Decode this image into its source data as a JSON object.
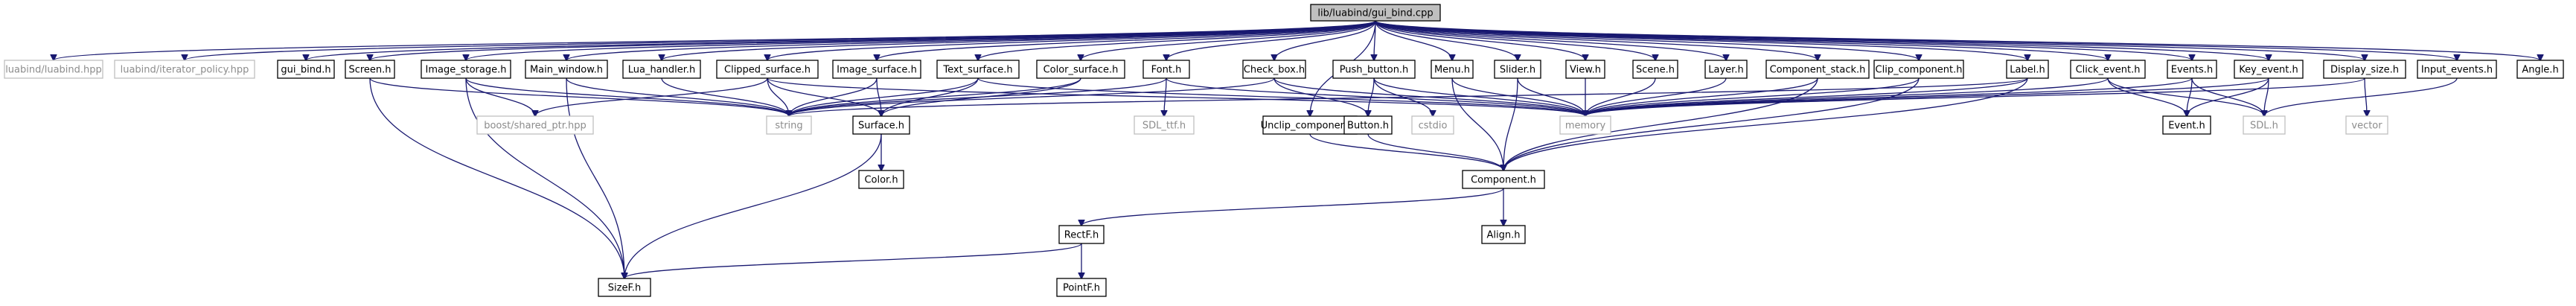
{
  "diagram": {
    "nodes": [
      {
        "id": "root",
        "label": "lib/luabind/gui_bind.cpp",
        "kind": "root"
      },
      {
        "id": "luabind",
        "label": "luabind/luabind.hpp",
        "kind": "system"
      },
      {
        "id": "iterpol",
        "label": "luabind/iterator_policy.hpp",
        "kind": "system"
      },
      {
        "id": "guibind",
        "label": "gui_bind.h",
        "kind": "local"
      },
      {
        "id": "screen",
        "label": "Screen.h",
        "kind": "local"
      },
      {
        "id": "imgstore",
        "label": "Image_storage.h",
        "kind": "local"
      },
      {
        "id": "mainwin",
        "label": "Main_window.h",
        "kind": "local"
      },
      {
        "id": "luahandler",
        "label": "Lua_handler.h",
        "kind": "local"
      },
      {
        "id": "clipsurf",
        "label": "Clipped_surface.h",
        "kind": "local"
      },
      {
        "id": "imgsurf",
        "label": "Image_surface.h",
        "kind": "local"
      },
      {
        "id": "textsurf",
        "label": "Text_surface.h",
        "kind": "local"
      },
      {
        "id": "colorsurf",
        "label": "Color_surface.h",
        "kind": "local"
      },
      {
        "id": "font",
        "label": "Font.h",
        "kind": "local"
      },
      {
        "id": "unclip",
        "label": "Unclip_component.h",
        "kind": "local"
      },
      {
        "id": "checkbox",
        "label": "Check_box.h",
        "kind": "local"
      },
      {
        "id": "pushbtn",
        "label": "Push_button.h",
        "kind": "local"
      },
      {
        "id": "menu",
        "label": "Menu.h",
        "kind": "local"
      },
      {
        "id": "slider",
        "label": "Slider.h",
        "kind": "local"
      },
      {
        "id": "view",
        "label": "View.h",
        "kind": "local"
      },
      {
        "id": "scene",
        "label": "Scene.h",
        "kind": "local"
      },
      {
        "id": "layer",
        "label": "Layer.h",
        "kind": "local"
      },
      {
        "id": "compstack",
        "label": "Component_stack.h",
        "kind": "local"
      },
      {
        "id": "clipcomp",
        "label": "Clip_component.h",
        "kind": "local"
      },
      {
        "id": "label",
        "label": "Label.h",
        "kind": "local"
      },
      {
        "id": "clickev",
        "label": "Click_event.h",
        "kind": "local"
      },
      {
        "id": "events",
        "label": "Events.h",
        "kind": "local"
      },
      {
        "id": "keyev",
        "label": "Key_event.h",
        "kind": "local"
      },
      {
        "id": "dispsize",
        "label": "Display_size.h",
        "kind": "local"
      },
      {
        "id": "inputev",
        "label": "Input_events.h",
        "kind": "local"
      },
      {
        "id": "angle",
        "label": "Angle.h",
        "kind": "local"
      },
      {
        "id": "sharedptr",
        "label": "boost/shared_ptr.hpp",
        "kind": "system"
      },
      {
        "id": "string",
        "label": "string",
        "kind": "system"
      },
      {
        "id": "surface",
        "label": "Surface.h",
        "kind": "local"
      },
      {
        "id": "sdlttf",
        "label": "SDL_ttf.h",
        "kind": "system"
      },
      {
        "id": "button",
        "label": "Button.h",
        "kind": "local"
      },
      {
        "id": "cstdio",
        "label": "cstdio",
        "kind": "system"
      },
      {
        "id": "memory",
        "label": "memory",
        "kind": "system"
      },
      {
        "id": "event",
        "label": "Event.h",
        "kind": "local"
      },
      {
        "id": "sdl",
        "label": "SDL.h",
        "kind": "system"
      },
      {
        "id": "vector",
        "label": "vector",
        "kind": "system"
      },
      {
        "id": "color",
        "label": "Color.h",
        "kind": "local"
      },
      {
        "id": "component",
        "label": "Component.h",
        "kind": "local"
      },
      {
        "id": "rectf",
        "label": "RectF.h",
        "kind": "local"
      },
      {
        "id": "align",
        "label": "Align.h",
        "kind": "local"
      },
      {
        "id": "sizef",
        "label": "SizeF.h",
        "kind": "local"
      },
      {
        "id": "pointf",
        "label": "PointF.h",
        "kind": "local"
      }
    ],
    "edges": [
      [
        "root",
        "luabind"
      ],
      [
        "root",
        "iterpol"
      ],
      [
        "root",
        "guibind"
      ],
      [
        "root",
        "screen"
      ],
      [
        "root",
        "imgstore"
      ],
      [
        "root",
        "mainwin"
      ],
      [
        "root",
        "luahandler"
      ],
      [
        "root",
        "clipsurf"
      ],
      [
        "root",
        "imgsurf"
      ],
      [
        "root",
        "textsurf"
      ],
      [
        "root",
        "colorsurf"
      ],
      [
        "root",
        "font"
      ],
      [
        "root",
        "unclip"
      ],
      [
        "root",
        "checkbox"
      ],
      [
        "root",
        "pushbtn"
      ],
      [
        "root",
        "menu"
      ],
      [
        "root",
        "slider"
      ],
      [
        "root",
        "view"
      ],
      [
        "root",
        "scene"
      ],
      [
        "root",
        "layer"
      ],
      [
        "root",
        "compstack"
      ],
      [
        "root",
        "clipcomp"
      ],
      [
        "root",
        "label"
      ],
      [
        "root",
        "clickev"
      ],
      [
        "root",
        "events"
      ],
      [
        "root",
        "keyev"
      ],
      [
        "root",
        "dispsize"
      ],
      [
        "root",
        "inputev"
      ],
      [
        "root",
        "angle"
      ],
      [
        "screen",
        "string"
      ],
      [
        "screen",
        "sizef"
      ],
      [
        "imgstore",
        "sharedptr"
      ],
      [
        "imgstore",
        "string"
      ],
      [
        "imgstore",
        "sizef"
      ],
      [
        "mainwin",
        "string"
      ],
      [
        "mainwin",
        "sizef"
      ],
      [
        "luahandler",
        "string"
      ],
      [
        "clipsurf",
        "sharedptr"
      ],
      [
        "clipsurf",
        "string"
      ],
      [
        "clipsurf",
        "surface"
      ],
      [
        "clipsurf",
        "memory"
      ],
      [
        "imgsurf",
        "string"
      ],
      [
        "imgsurf",
        "surface"
      ],
      [
        "textsurf",
        "string"
      ],
      [
        "textsurf",
        "surface"
      ],
      [
        "textsurf",
        "memory"
      ],
      [
        "colorsurf",
        "string"
      ],
      [
        "colorsurf",
        "surface"
      ],
      [
        "font",
        "string"
      ],
      [
        "font",
        "sdlttf"
      ],
      [
        "font",
        "memory"
      ],
      [
        "unclip",
        "component"
      ],
      [
        "checkbox",
        "string"
      ],
      [
        "checkbox",
        "button"
      ],
      [
        "checkbox",
        "memory"
      ],
      [
        "pushbtn",
        "button"
      ],
      [
        "pushbtn",
        "cstdio"
      ],
      [
        "pushbtn",
        "memory"
      ],
      [
        "menu",
        "memory"
      ],
      [
        "menu",
        "component"
      ],
      [
        "slider",
        "memory"
      ],
      [
        "slider",
        "component"
      ],
      [
        "view",
        "memory"
      ],
      [
        "scene",
        "memory"
      ],
      [
        "layer",
        "memory"
      ],
      [
        "compstack",
        "memory"
      ],
      [
        "compstack",
        "component"
      ],
      [
        "clipcomp",
        "memory"
      ],
      [
        "clipcomp",
        "component"
      ],
      [
        "label",
        "memory"
      ],
      [
        "label",
        "component"
      ],
      [
        "label",
        "string"
      ],
      [
        "clickev",
        "memory"
      ],
      [
        "clickev",
        "event"
      ],
      [
        "clickev",
        "sdl"
      ],
      [
        "events",
        "memory"
      ],
      [
        "events",
        "event"
      ],
      [
        "events",
        "sdl"
      ],
      [
        "keyev",
        "memory"
      ],
      [
        "keyev",
        "event"
      ],
      [
        "keyev",
        "sdl"
      ],
      [
        "dispsize",
        "memory"
      ],
      [
        "dispsize",
        "vector"
      ],
      [
        "inputev",
        "sdl"
      ],
      [
        "surface",
        "color"
      ],
      [
        "surface",
        "sizef"
      ],
      [
        "button",
        "component"
      ],
      [
        "component",
        "rectf"
      ],
      [
        "component",
        "align"
      ],
      [
        "rectf",
        "sizef"
      ],
      [
        "rectf",
        "pointf"
      ]
    ]
  }
}
